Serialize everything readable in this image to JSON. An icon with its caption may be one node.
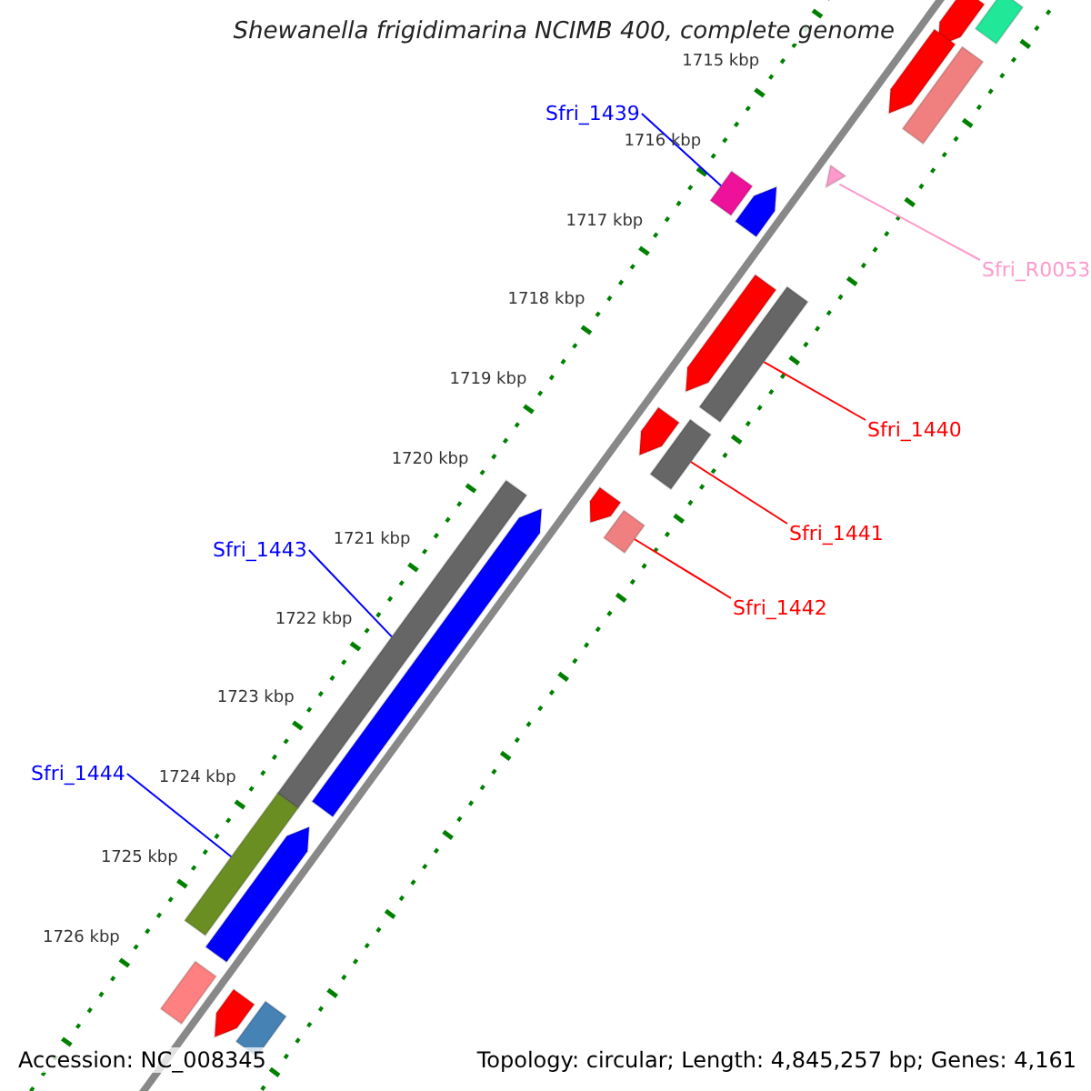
{
  "diagram": {
    "title": "Shewanella frigidimarina NCIMB 400, complete genome",
    "nodes": [
      {
        "text": [
          "Sfri_1439"
        ]
      },
      {
        "text": [],
        "shape": "bar"
      },
      {
        "text": [
          "Sfri_R0053"
        ]
      },
      {
        "text": [],
        "shape": "bar"
      },
      {
        "text": [
          "Sfri_1440"
        ]
      },
      {
        "text": [],
        "shape": "bar"
      },
      {
        "text": [
          "Sfri_1441"
        ]
      },
      {
        "text": [],
        "shape": "bar"
      },
      {
        "text": [
          "Sfri_1442"
        ]
      },
      {
        "text": [],
        "shape": "bar"
      },
      {
        "text": [
          "Sfri_1443"
        ]
      },
      {
        "text": [],
        "shape": "bar"
      },
      {
        "text": [
          "Sfri_1444"
        ]
      },
      {
        "text": [],
        "shape": "bar"
      },
      {
        "text": [],
        "shape": "bar"
      },
      {
        "text": [],
        "shape": "bar"
      },
      {
        "text": [],
        "shape": "bar"
      },
      {
        "text": [],
        "shape": "bar"
      },
      {
        "text": [],
        "shape": "bar"
      },
      {
        "text": [],
        "shape": "bar"
      },
      {
        "text": [],
        "shape": "bar"
      },
      {
        "text": [],
        "shape": "bar"
      },
      {
        "text": [],
        "shape": "bar"
      },
      {
        "text": [],
        "shape": "bar"
      },
      {
        "text": [],
        "shape": "bar"
      },
      {
        "text": [],
        "shape": "bar"
      },
      {
        "text": [],
        "shape": "bar"
      }
    ],
    "edges": [
      {
        "from": 0,
        "to": 1,
        "arrow": "none",
        "color": "#0000ff"
      },
      {
        "from": 2,
        "to": 3,
        "arrow": "none",
        "color": "#ff99cc"
      },
      {
        "from": 4,
        "to": 5,
        "arrow": "none",
        "color": "#ff0000"
      },
      {
        "from": 6,
        "to": 7,
        "arrow": "none",
        "color": "#ff0000"
      },
      {
        "from": 8,
        "to": 9,
        "arrow": "none",
        "color": "#ff0000"
      },
      {
        "from": 10,
        "to": 11,
        "arrow": "none",
        "color": "#0000ff"
      },
      {
        "from": 12,
        "to": 13,
        "arrow": "none",
        "color": "#0000ff"
      }
    ],
    "labels": [
      "1715 kbp",
      "1716 kbp",
      "1717 kbp",
      "1718 kbp",
      "1719 kbp",
      "1720 kbp",
      "1721 kbp",
      "1722 kbp",
      "1723 kbp",
      "1724 kbp",
      "1725 kbp",
      "1726 kbp",
      "Accession: NC_008345",
      "Topology: circular; Length: 4,845,257 bp; Genes: 4,161"
    ]
  }
}
